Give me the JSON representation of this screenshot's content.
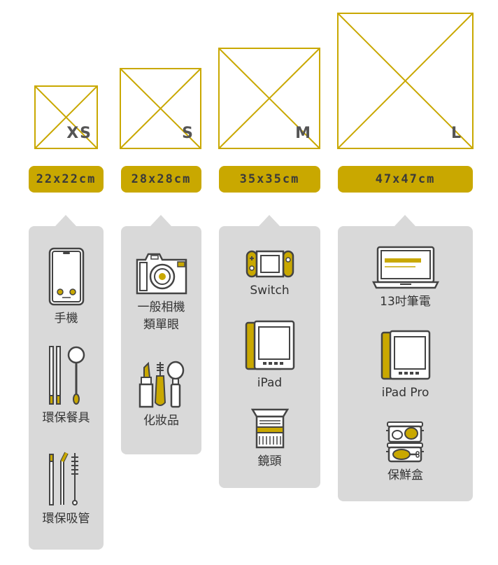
{
  "sizes": [
    {
      "letter": "XS",
      "dims": "22x22cm"
    },
    {
      "letter": "S",
      "dims": "28x28cm"
    },
    {
      "letter": "M",
      "dims": "35x35cm"
    },
    {
      "letter": "L",
      "dims": "47x47cm"
    }
  ],
  "panels": {
    "xs": {
      "items": [
        {
          "icon": "smartphone-icon",
          "label": "手機"
        },
        {
          "icon": "utensils-icon",
          "label": "環保餐具"
        },
        {
          "icon": "straws-icon",
          "label": "環保吸管"
        }
      ]
    },
    "s": {
      "items": [
        {
          "icon": "camera-icon",
          "label": "一般相機\n類單眼"
        },
        {
          "icon": "cosmetics-icon",
          "label": "化妝品"
        }
      ]
    },
    "m": {
      "items": [
        {
          "icon": "switch-console-icon",
          "label": "Switch"
        },
        {
          "icon": "ipad-icon",
          "label": "iPad"
        },
        {
          "icon": "lens-icon",
          "label": "鏡頭"
        }
      ]
    },
    "l": {
      "items": [
        {
          "icon": "laptop-icon",
          "label": "13吋筆電"
        },
        {
          "icon": "ipad-pro-icon",
          "label": "iPad Pro"
        },
        {
          "icon": "lunchbox-icon",
          "label": "保鮮盒"
        }
      ]
    }
  },
  "colors": {
    "accent": "#c9a800",
    "panel": "#d9d9d9",
    "text": "#333333",
    "outline": "#444444"
  }
}
